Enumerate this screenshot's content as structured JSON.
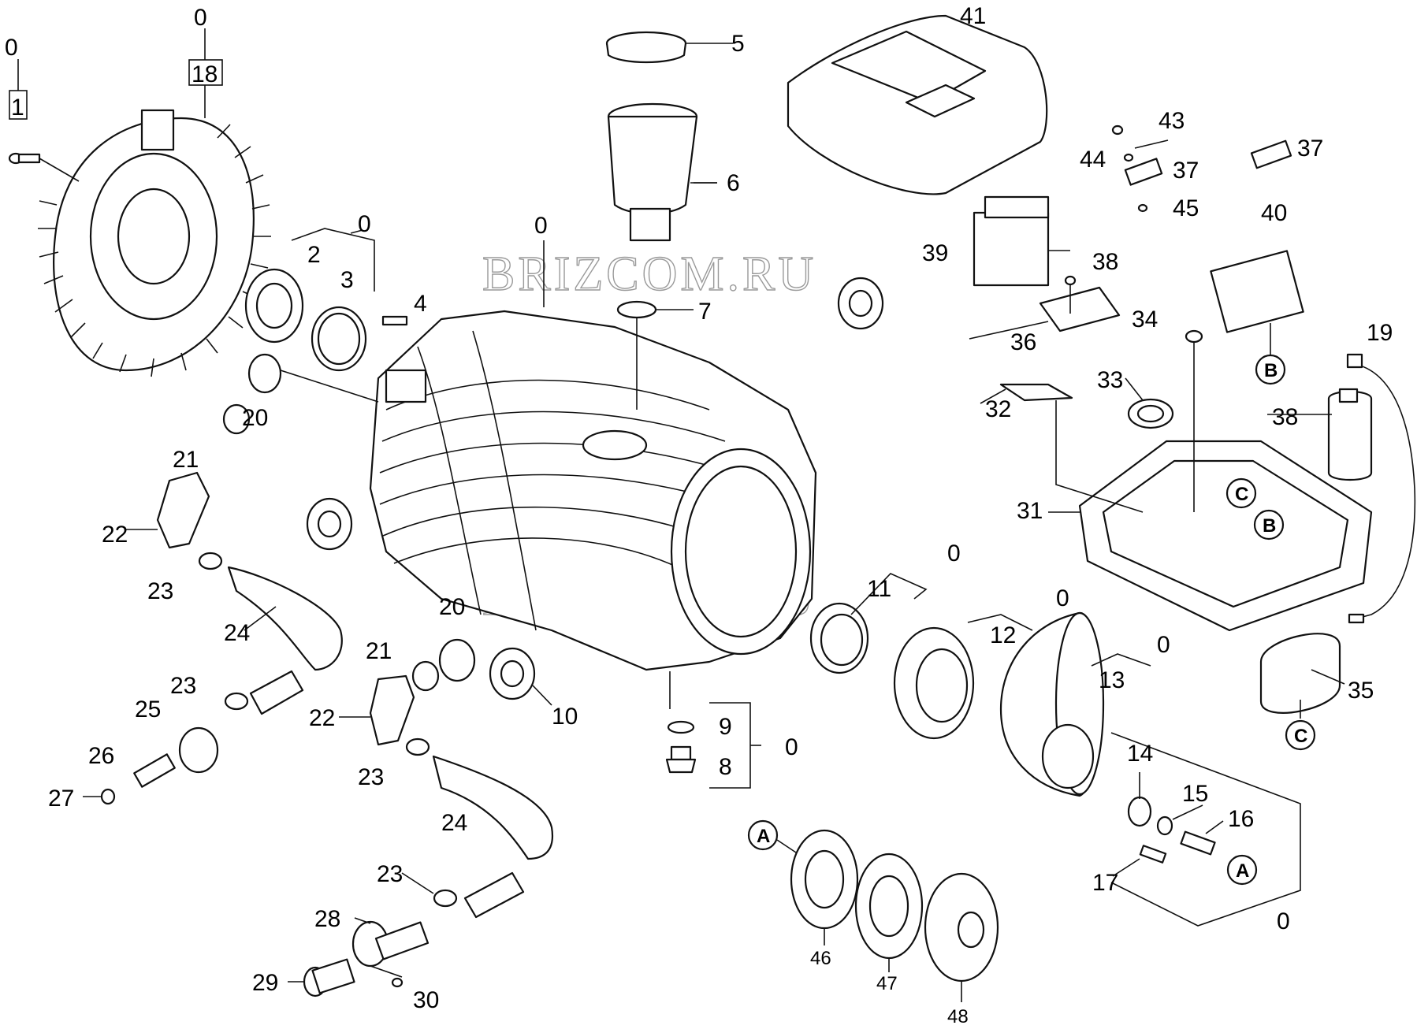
{
  "watermark": "BRIZCOM.RU",
  "labels": {
    "n0": "0",
    "n1": "1",
    "n2": "2",
    "n3": "3",
    "n4": "4",
    "n5": "5",
    "n6": "6",
    "n7": "7",
    "n8": "8",
    "n9": "9",
    "n10": "10",
    "n11": "11",
    "n12": "12",
    "n13": "13",
    "n14": "14",
    "n15": "15",
    "n16": "16",
    "n17": "17",
    "n18": "18",
    "n19": "19",
    "n20": "20",
    "n21": "21",
    "n22": "22",
    "n23": "23",
    "n24": "24",
    "n25": "25",
    "n26": "26",
    "n27": "27",
    "n28": "28",
    "n29": "29",
    "n30": "30",
    "n31": "31",
    "n32": "32",
    "n33": "33",
    "n34": "34",
    "n35": "35",
    "n36": "36",
    "n37": "37",
    "n38": "38",
    "n39": "39",
    "n40": "40",
    "n41": "41",
    "n43": "43",
    "n44": "44",
    "n45": "45",
    "n46": "46",
    "n47": "47",
    "n48": "48"
  },
  "refs": {
    "a": "A",
    "b": "B",
    "c": "C"
  }
}
